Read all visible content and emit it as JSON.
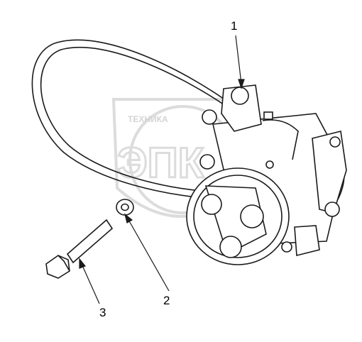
{
  "watermark": {
    "left_text": "ТЕХНИКА",
    "logo_text": "ЭПК",
    "color": "#d9d9d9"
  },
  "callouts": [
    {
      "label": "1"
    },
    {
      "label": "2"
    },
    {
      "label": "3"
    }
  ],
  "colors": {
    "line": "#1a1a1a",
    "fill": "#ffffff"
  }
}
